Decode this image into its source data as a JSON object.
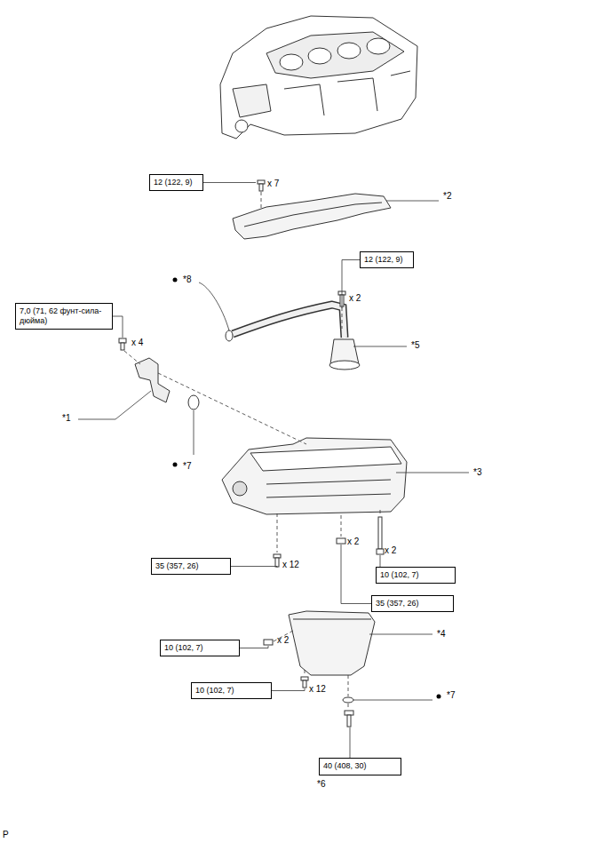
{
  "diagram": {
    "nodes": [
      {
        "text": [
          "12 (122, 9)"
        ]
      },
      {
        "text": [
          "12 (122, 9)"
        ]
      },
      {
        "text": [
          "7,0 (71, 62 фунт-сила-дюйма)"
        ]
      },
      {
        "text": [
          "35 (357, 26)"
        ]
      },
      {
        "text": [
          "10 (102, 7)"
        ]
      },
      {
        "text": [
          "35 (357, 26)"
        ]
      },
      {
        "text": [
          "10 (102, 7)"
        ]
      },
      {
        "text": [
          "10 (102, 7)"
        ]
      },
      {
        "text": [
          "40 (408, 30)"
        ]
      }
    ],
    "labels": [
      "x 7",
      "*2",
      "*8",
      "x 2",
      "x 4",
      "*5",
      "*1",
      "*7",
      "*3",
      "x 2",
      "x 2",
      "x 12",
      "*4",
      "x 2",
      "x 12",
      "*7",
      "*6",
      "P"
    ]
  }
}
